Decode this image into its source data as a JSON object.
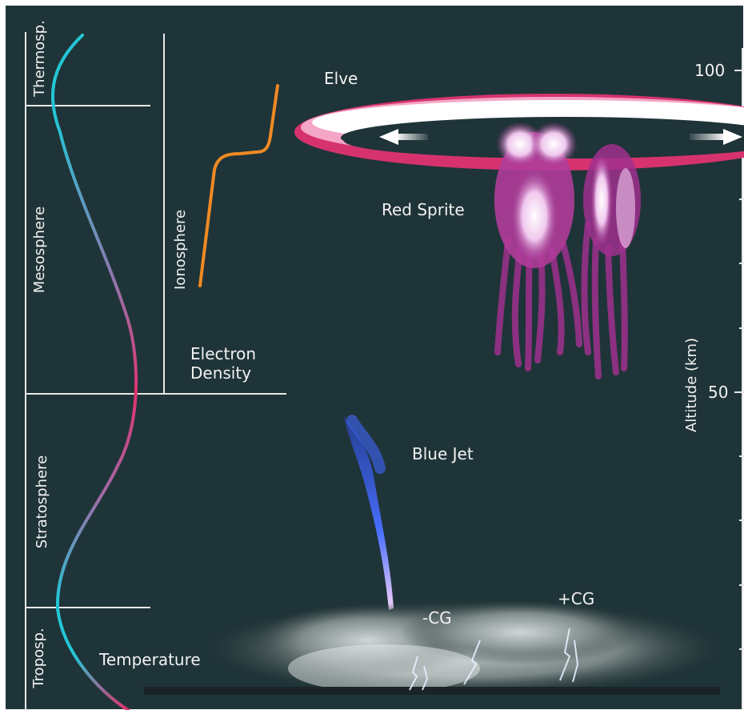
{
  "colors": {
    "background": "#1f3438",
    "frame": "#ffffff",
    "lines": "#e8e8e8",
    "ionosphere_curve": "#f08a24",
    "temperature_cold": "#23c6d6",
    "temperature_hot": "#e0336f",
    "elve": "#e8457e",
    "red_sprite": "#a0308e",
    "blue_jet": "#3a5fe0"
  },
  "layers": [
    {
      "id": "thermosphere",
      "label": "Thermosp."
    },
    {
      "id": "mesosphere",
      "label": "Mesosphere"
    },
    {
      "id": "stratosphere",
      "label": "Stratosphere"
    },
    {
      "id": "troposphere",
      "label": "Troposp."
    }
  ],
  "ionosphere": {
    "label": "Ionosphere",
    "axis_label_line1": "Electron",
    "axis_label_line2": "Density"
  },
  "temperature": {
    "label": "Temperature"
  },
  "phenomena": {
    "elve": "Elve",
    "red_sprite": "Red Sprite",
    "blue_jet": "Blue Jet",
    "neg_cg": "-CG",
    "pos_cg": "+CG"
  },
  "altitude_axis": {
    "label": "Altitude (km)",
    "ticks": [
      {
        "value": 100,
        "label": "100"
      },
      {
        "value": 50,
        "label": "50"
      }
    ]
  }
}
